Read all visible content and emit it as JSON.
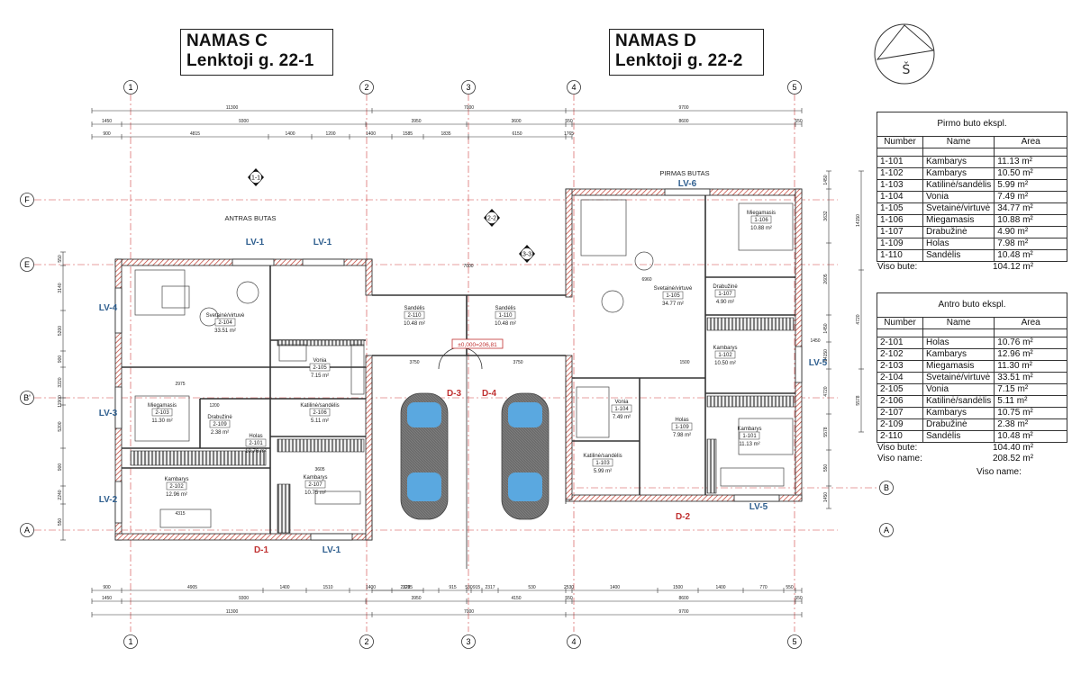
{
  "houses": [
    {
      "name": "NAMAS C",
      "address": "Lenktoji g. 22-1"
    },
    {
      "name": "NAMAS D",
      "address": "Lenktoji g. 22-2"
    }
  ],
  "grid": {
    "columns": [
      "1",
      "2",
      "3",
      "4",
      "5"
    ],
    "rows": [
      "F",
      "E",
      "B'",
      "A"
    ],
    "row_b": "B"
  },
  "dimensions": {
    "top_total": [
      "11300",
      "7000",
      "9700"
    ],
    "top_mid": [
      "1450",
      "9300",
      "3950",
      "3600",
      "550",
      "8600",
      "550"
    ],
    "top_detail": [
      "900",
      "4815",
      "1400",
      "1200",
      "1400",
      "1585",
      "1835",
      "6150",
      "1765"
    ],
    "bottom_detail": [
      "900",
      "4905",
      "1400",
      "1510",
      "1400",
      "1285",
      "2322",
      "915",
      "530",
      "915",
      "2317",
      "530",
      "2530",
      "1400",
      "1500",
      "1400",
      "770",
      "550"
    ],
    "bottom_mid": [
      "1450",
      "9300",
      "3950",
      "4150",
      "550",
      "8600",
      "550"
    ],
    "bottom_total": [
      "11300",
      "7000",
      "9700"
    ],
    "left_side": [
      "550",
      "3140",
      "5200",
      "900",
      "3220",
      "11900",
      "5200",
      "900",
      "2240",
      "550"
    ],
    "right_side": [
      "1450",
      "3632",
      "2605",
      "1450",
      "14150",
      "4720",
      "5578",
      "550",
      "1450"
    ],
    "inner": [
      "7000",
      "3750",
      "3750",
      "1500",
      "2975",
      "1200",
      "6960",
      "3605",
      "4315",
      "1450"
    ]
  },
  "labels": {
    "antras_butas": "ANTRAS BUTAS",
    "pirmas_butas": "PIRMAS BUTAS",
    "level_mark": "±0,000=206,81"
  },
  "windows": [
    "LV-1",
    "LV-1",
    "LV-4",
    "LV-3",
    "LV-2",
    "LV-1",
    "LV-6",
    "LV-5",
    "LV-5"
  ],
  "doors": [
    "D-1",
    "D-2",
    "D-3",
    "D-4"
  ],
  "sections": [
    "1-1",
    "2-2",
    "3-3"
  ],
  "rooms_c": [
    {
      "name": "Svetainė/virtuvė",
      "code": "2-104",
      "area": "33.51 m²"
    },
    {
      "name": "Sandėlis",
      "code": "2-110",
      "area": "10.48 m²"
    },
    {
      "name": "Vonia",
      "code": "2-105",
      "area": "7.15 m²"
    },
    {
      "name": "Katilinė/sandėlis",
      "code": "2-106",
      "area": "5.11 m²"
    },
    {
      "name": "Miegamasis",
      "code": "2-103",
      "area": "11.30 m²"
    },
    {
      "name": "Drabužinė",
      "code": "2-109",
      "area": "2.38 m²"
    },
    {
      "name": "Holas",
      "code": "2-101",
      "area": "10.76 m²"
    },
    {
      "name": "Kambarys",
      "code": "2-107",
      "area": "10.75 m²"
    },
    {
      "name": "Kambarys",
      "code": "2-102",
      "area": "12.96 m²"
    }
  ],
  "rooms_d": [
    {
      "name": "Sandėlis",
      "code": "1-110",
      "area": "10.48 m²"
    },
    {
      "name": "Miegamasis",
      "code": "1-106",
      "area": "10.88 m²"
    },
    {
      "name": "Svetainė/virtuvė",
      "code": "1-105",
      "area": "34.77 m²"
    },
    {
      "name": "Drabužinė",
      "code": "1-107",
      "area": "4.90 m²"
    },
    {
      "name": "Kambarys",
      "code": "1-102",
      "area": "10.50 m²"
    },
    {
      "name": "Vonia",
      "code": "1-104",
      "area": "7.49 m²"
    },
    {
      "name": "Holas",
      "code": "1-109",
      "area": "7.98 m²"
    },
    {
      "name": "Kambarys",
      "code": "1-101",
      "area": "11.13 m²"
    },
    {
      "name": "Katilinė/sandėlis",
      "code": "1-103",
      "area": "5.99 m²"
    }
  ],
  "table1": {
    "caption": "Pirmo buto ekspl.",
    "headers": [
      "Number",
      "Name",
      "Area"
    ],
    "rows": [
      [
        "1-101",
        "Kambarys",
        "11.13 m²"
      ],
      [
        "1-102",
        "Kambarys",
        "10.50 m²"
      ],
      [
        "1-103",
        "Katilinė/sandėlis",
        "5.99 m²"
      ],
      [
        "1-104",
        "Vonia",
        "7.49 m²"
      ],
      [
        "1-105",
        "Svetainė/virtuvė",
        "34.77 m²"
      ],
      [
        "1-106",
        "Miegamasis",
        "10.88 m²"
      ],
      [
        "1-107",
        "Drabužinė",
        "4.90 m²"
      ],
      [
        "1-109",
        "Holas",
        "7.98 m²"
      ],
      [
        "1-110",
        "Sandėlis",
        "10.48 m²"
      ]
    ],
    "total_label": "Viso bute:",
    "total_value": "104.12 m²"
  },
  "table2": {
    "caption": "Antro buto ekspl.",
    "headers": [
      "Number",
      "Name",
      "Area"
    ],
    "rows": [
      [
        "2-101",
        "Holas",
        "10.76 m²"
      ],
      [
        "2-102",
        "Kambarys",
        "12.96 m²"
      ],
      [
        "2-103",
        "Miegamasis",
        "11.30 m²"
      ],
      [
        "2-104",
        "Svetainė/virtuvė",
        "33.51 m²"
      ],
      [
        "2-105",
        "Vonia",
        "7.15 m²"
      ],
      [
        "2-106",
        "Katilinė/sandėlis",
        "5.11 m²"
      ],
      [
        "2-107",
        "Kambarys",
        "10.75 m²"
      ],
      [
        "2-109",
        "Drabužinė",
        "2.38 m²"
      ],
      [
        "2-110",
        "Sandėlis",
        "10.48 m²"
      ]
    ],
    "total_label": "Viso bute:",
    "total_value": "104.40 m²",
    "grand_label": "Viso name:",
    "grand_value": "208.52 m²"
  },
  "viso_name_note": "Viso name:",
  "north_mark": "Š",
  "colors": {
    "wall": "#2a2a2a",
    "hatch": "#b33",
    "axis": "#d04040",
    "label_blue": "#2f5f8f",
    "car": "#5aa8e0",
    "door_red": "#c03030"
  }
}
